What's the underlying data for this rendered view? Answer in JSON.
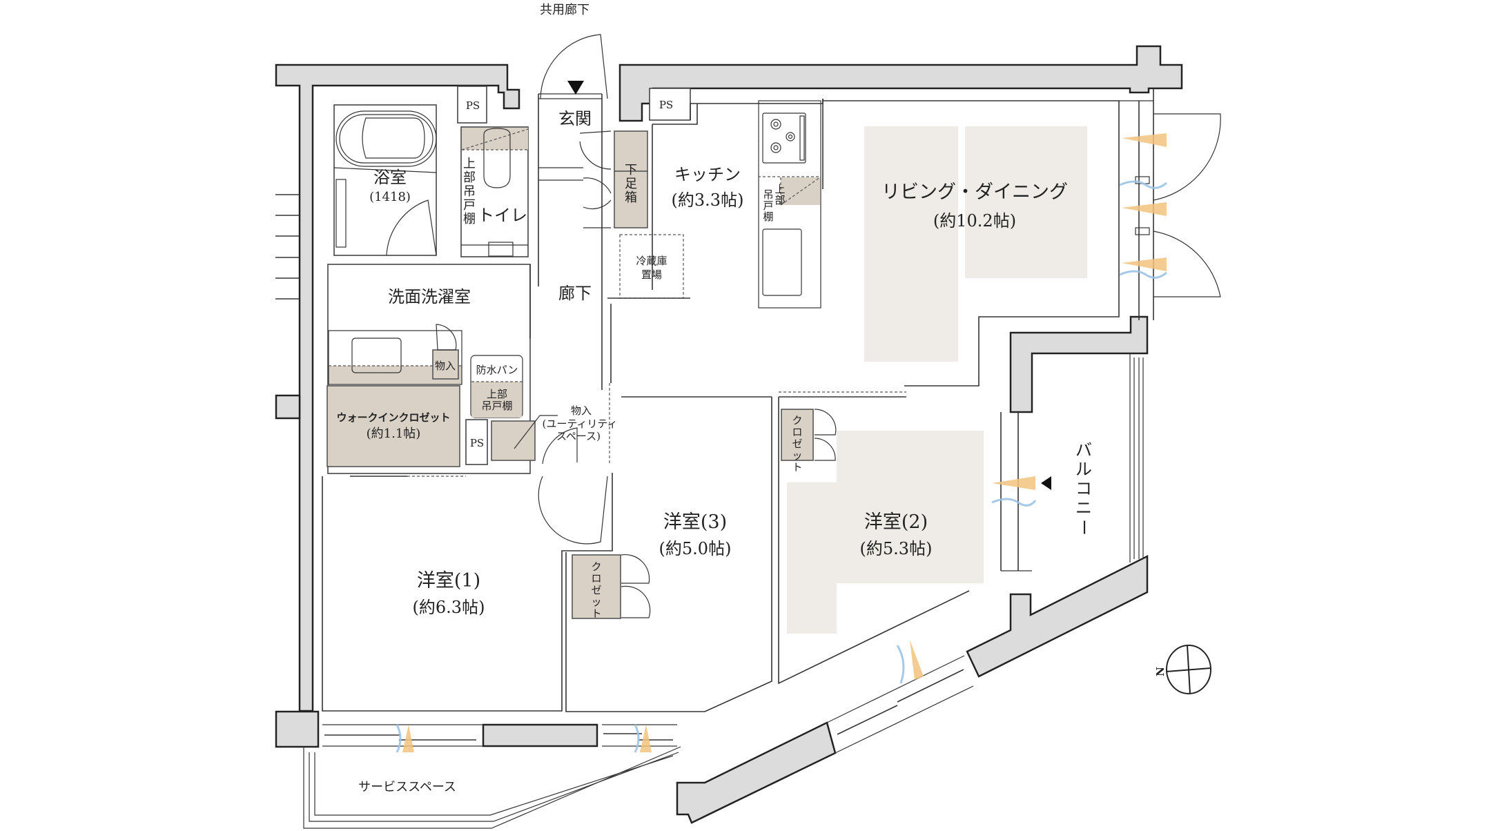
{
  "plan": {
    "common_corridor": "共用廊下",
    "entrance": "玄関",
    "ps_label": "PS",
    "bath": {
      "name": "浴室",
      "size": "(1418)"
    },
    "toilet": "トイレ",
    "upper_cabinet_vertical": [
      "上",
      "部",
      "吊",
      "戸",
      "棚"
    ],
    "shoe_box": [
      "下",
      "足",
      "箱"
    ],
    "kitchen": {
      "name": "キッチン",
      "area": "(約3.3帖)"
    },
    "fridge_space": [
      "冷蔵庫",
      "置場"
    ],
    "kitchen_upper_cabinet": [
      "吊",
      "戸",
      "棚"
    ],
    "kitchen_upper_cabinet_2": [
      "上",
      "部"
    ],
    "living_dining": {
      "name": "リビング・ダイニング",
      "area": "(約10.2帖)"
    },
    "corridor": "廊下",
    "washroom": "洗面洗濯室",
    "storage": "物入",
    "waterproof_pan": "防水パン",
    "upper_cabinet_2line": [
      "上部",
      "吊戸棚"
    ],
    "walk_in_closet": {
      "name": "ウォークインクロゼット",
      "area": "(約1.1帖)"
    },
    "utility": {
      "name": "物入",
      "sub1": "(ユーティリティ",
      "sub2": "スペース)"
    },
    "bedroom1": {
      "name": "洋室(1)",
      "area": "(約6.3帖)"
    },
    "bedroom2": {
      "name": "洋室(2)",
      "area": "(約5.3帖)"
    },
    "bedroom3": {
      "name": "洋室(3)",
      "area": "(約5.0帖)"
    },
    "closet_vertical": [
      "ク",
      "ロ",
      "ゼ",
      "ッ",
      "ト"
    ],
    "balcony_vertical": [
      "バ",
      "ル",
      "コ",
      "ニ",
      "ー"
    ],
    "service_space": "サービススペース",
    "compass_label": "N"
  },
  "colors": {
    "wall": "#dcdcdc",
    "storage": "#d9d0c6",
    "floor_highlight": "#efebe6",
    "sunlight": "#f2c27d",
    "wind": "#9cc3e4"
  }
}
